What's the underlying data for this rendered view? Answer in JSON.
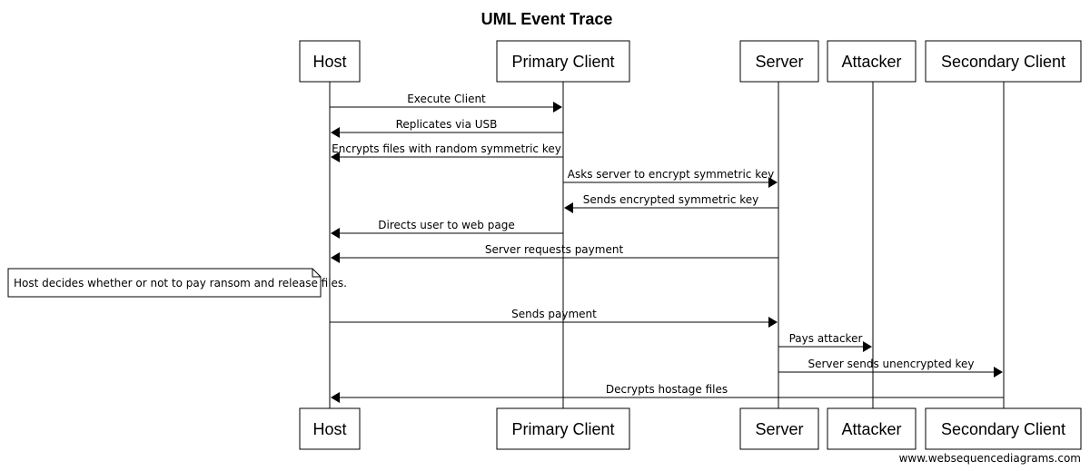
{
  "title": "UML Event Trace",
  "watermark": "www.websequencediagrams.com",
  "participants": [
    {
      "id": "host",
      "label": "Host"
    },
    {
      "id": "primary",
      "label": "Primary Client"
    },
    {
      "id": "server",
      "label": "Server"
    },
    {
      "id": "attacker",
      "label": "Attacker"
    },
    {
      "id": "secondary",
      "label": "Secondary Client"
    }
  ],
  "messages": [
    {
      "from": "host",
      "to": "primary",
      "label": "Execute Client"
    },
    {
      "from": "primary",
      "to": "host",
      "label": "Replicates via USB"
    },
    {
      "from": "primary",
      "to": "host",
      "label": "Encrypts files with random symmetric key"
    },
    {
      "from": "primary",
      "to": "server",
      "label": "Asks server to encrypt symmetric key"
    },
    {
      "from": "server",
      "to": "primary",
      "label": "Sends encrypted symmetric key"
    },
    {
      "from": "primary",
      "to": "host",
      "label": "Directs user to web page"
    },
    {
      "from": "server",
      "to": "host",
      "label": "Server requests payment"
    },
    {
      "note": true,
      "over": "host",
      "label": "Host decides whether or not to pay ransom and release files."
    },
    {
      "from": "host",
      "to": "server",
      "label": "Sends payment"
    },
    {
      "from": "server",
      "to": "attacker",
      "label": "Pays attacker"
    },
    {
      "from": "server",
      "to": "secondary",
      "label": "Server sends unencrypted key"
    },
    {
      "from": "secondary",
      "to": "host",
      "label": "Decrypts hostage files"
    }
  ]
}
